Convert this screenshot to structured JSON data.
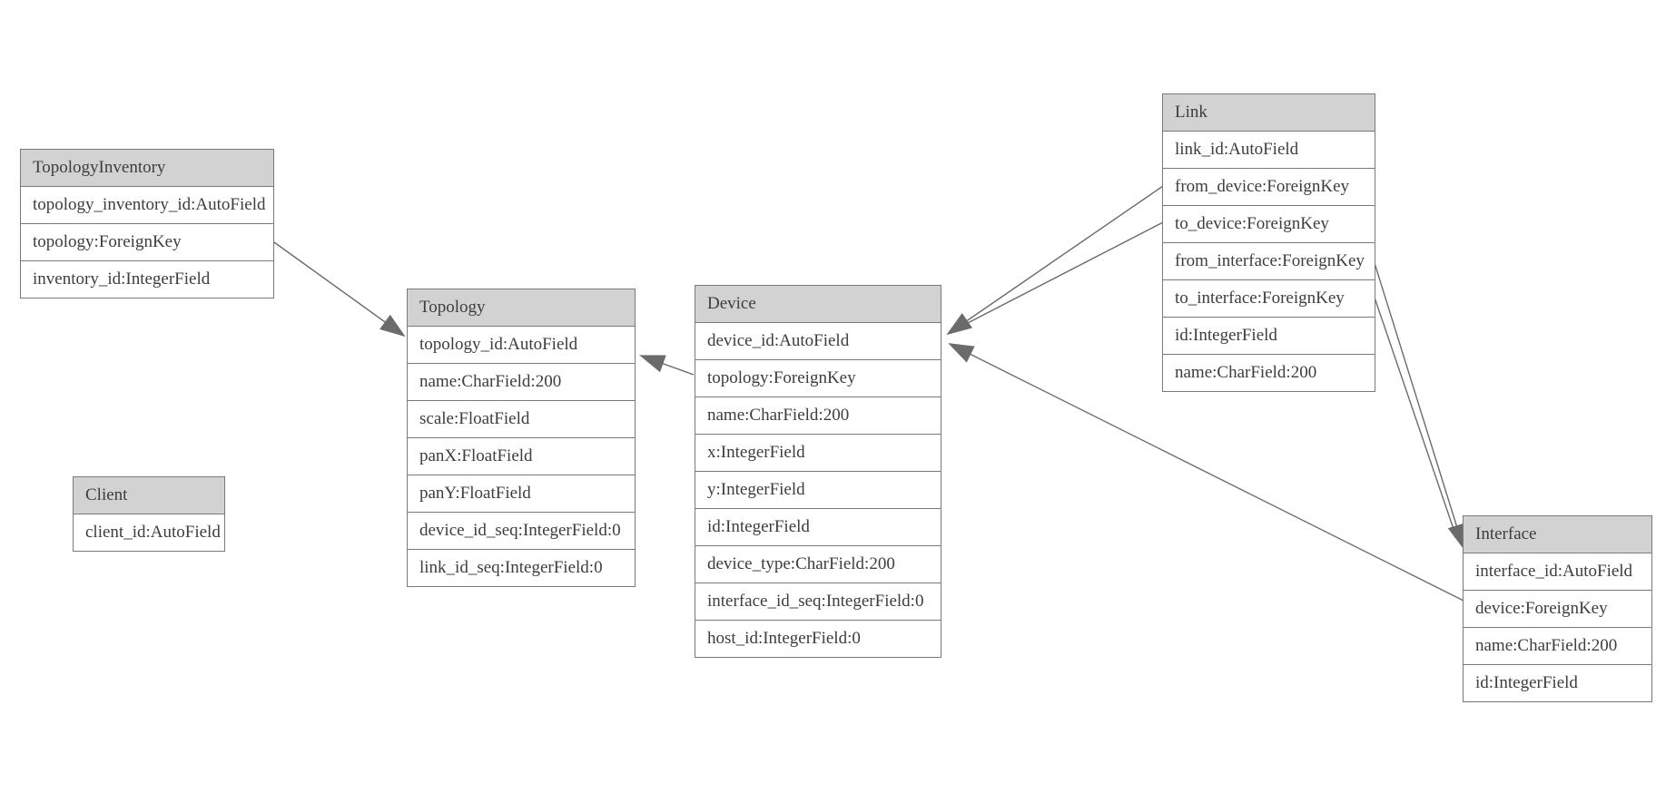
{
  "colors": {
    "header_fill": "#d2d2d2",
    "box_border": "#7a7a7a",
    "text": "#3d3d3d",
    "edge_line": "#6b6b6b",
    "arrowhead_fill": "#6b6b6b",
    "background": "#ffffff"
  },
  "entities": [
    {
      "name": "TopologyInventory",
      "fields": [
        "topology_inventory_id:AutoField",
        "topology:ForeignKey",
        "inventory_id:IntegerField"
      ]
    },
    {
      "name": "Client",
      "fields": [
        "client_id:AutoField"
      ]
    },
    {
      "name": "Topology",
      "fields": [
        "topology_id:AutoField",
        "name:CharField:200",
        "scale:FloatField",
        "panX:FloatField",
        "panY:FloatField",
        "device_id_seq:IntegerField:0",
        "link_id_seq:IntegerField:0"
      ]
    },
    {
      "name": "Device",
      "fields": [
        "device_id:AutoField",
        "topology:ForeignKey",
        "name:CharField:200",
        "x:IntegerField",
        "y:IntegerField",
        "id:IntegerField",
        "device_type:CharField:200",
        "interface_id_seq:IntegerField:0",
        "host_id:IntegerField:0"
      ]
    },
    {
      "name": "Link",
      "fields": [
        "link_id:AutoField",
        "from_device:ForeignKey",
        "to_device:ForeignKey",
        "from_interface:ForeignKey",
        "to_interface:ForeignKey",
        "id:IntegerField",
        "name:CharField:200"
      ]
    },
    {
      "name": "Interface",
      "fields": [
        "interface_id:AutoField",
        "device:ForeignKey",
        "name:CharField:200",
        "id:IntegerField"
      ]
    }
  ],
  "relationships": [
    {
      "from": "TopologyInventory.topology",
      "to": "Topology"
    },
    {
      "from": "Device.topology",
      "to": "Topology"
    },
    {
      "from": "Link.from_device",
      "to": "Device"
    },
    {
      "from": "Link.to_device",
      "to": "Device"
    },
    {
      "from": "Link.from_interface",
      "to": "Interface"
    },
    {
      "from": "Link.to_interface",
      "to": "Interface"
    },
    {
      "from": "Interface.device",
      "to": "Device"
    }
  ]
}
